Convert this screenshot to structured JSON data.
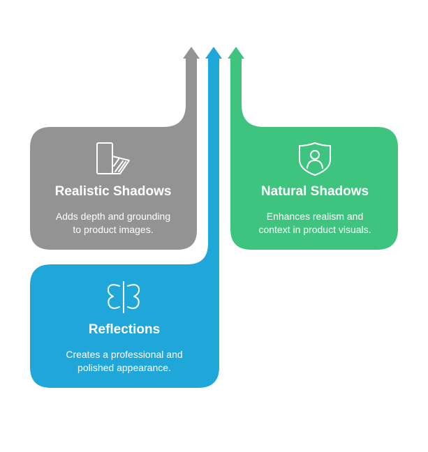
{
  "colors": {
    "gray": "#939393",
    "blue": "#1fa7d9",
    "green": "#3ec47f",
    "text": "#ffffff"
  },
  "cards": {
    "realistic": {
      "title": "Realistic Shadows",
      "desc_line1": "Adds depth and grounding",
      "desc_line2": "to product images.",
      "icon": "shadow-icon"
    },
    "natural": {
      "title": "Natural Shadows",
      "desc_line1": "Enhances realism and",
      "desc_line2": "context in product visuals.",
      "icon": "user-shield-icon"
    },
    "reflections": {
      "title": "Reflections",
      "desc_line1": "Creates a professional and",
      "desc_line2": "polished appearance.",
      "icon": "butterfly-icon"
    }
  }
}
